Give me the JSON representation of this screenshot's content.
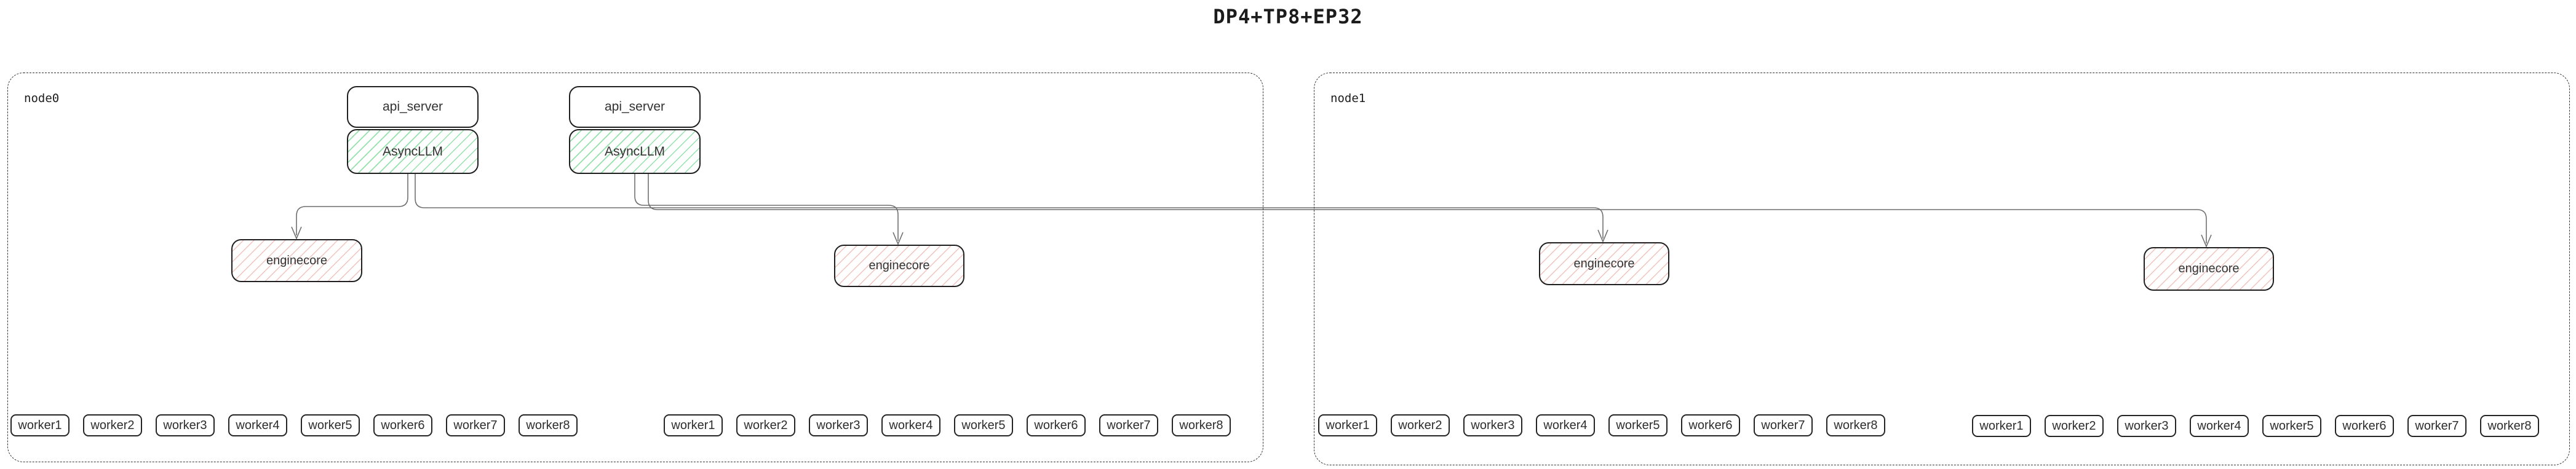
{
  "title": "DP4+TP8+EP32",
  "colors": {
    "background": "#ffffff",
    "box_border": "#1f1f1f",
    "node_border_dashed": "#333333",
    "connector": "#6f6f6f",
    "asyncllm_hatch_green": "#8fe0a6",
    "enginecore_hatch_red": "#f0b3ae"
  },
  "nodes": [
    {
      "label": "node0",
      "stacks": [
        {
          "api_server": "api_server",
          "async_llm": "AsyncLLM"
        },
        {
          "api_server": "api_server",
          "async_llm": "AsyncLLM"
        }
      ],
      "enginecores": [
        {
          "label": "enginecore"
        },
        {
          "label": "enginecore"
        }
      ],
      "worker_groups": [
        {
          "workers": [
            "worker1",
            "worker2",
            "worker3",
            "worker4",
            "worker5",
            "worker6",
            "worker7",
            "worker8"
          ]
        },
        {
          "workers": [
            "worker1",
            "worker2",
            "worker3",
            "worker4",
            "worker5",
            "worker6",
            "worker7",
            "worker8"
          ]
        }
      ]
    },
    {
      "label": "node1",
      "stacks": [],
      "enginecores": [
        {
          "label": "enginecore"
        },
        {
          "label": "enginecore"
        }
      ],
      "worker_groups": [
        {
          "workers": [
            "worker1",
            "worker2",
            "worker3",
            "worker4",
            "worker5",
            "worker6",
            "worker7",
            "worker8"
          ]
        },
        {
          "workers": [
            "worker1",
            "worker2",
            "worker3",
            "worker4",
            "worker5",
            "worker6",
            "worker7",
            "worker8"
          ]
        }
      ]
    }
  ]
}
